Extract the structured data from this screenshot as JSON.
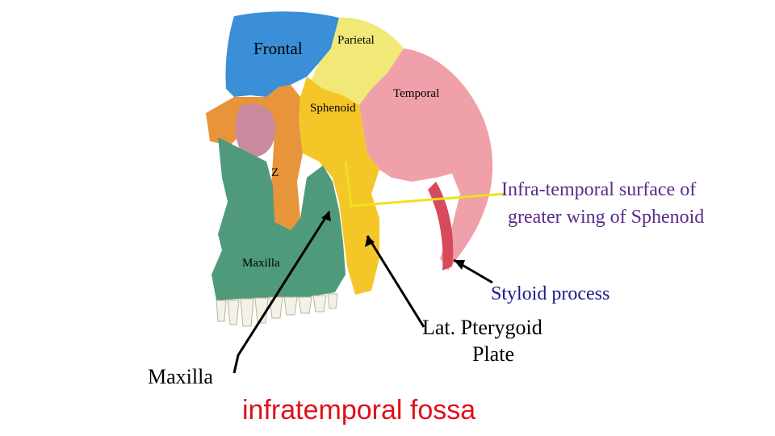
{
  "labels": {
    "frontal": "Frontal",
    "parietal": "Parietal",
    "temporal": "Temporal",
    "sphenoid": "Sphenoid",
    "z": "Z",
    "maxilla_small": "Maxilla",
    "infratemporal_surface_line1": "Infra-temporal surface of",
    "infratemporal_surface_line2": "greater wing of Sphenoid",
    "styloid_process": "Styloid process",
    "lat_pterygoid_line1": "Lat. Pterygoid",
    "lat_pterygoid_line2": "Plate",
    "maxilla_large": "Maxilla",
    "title": "infratemporal fossa"
  },
  "colors": {
    "frontal_bone": "#3a8fd6",
    "parietal_bone": "#f2e878",
    "temporal_bone": "#f0a0a8",
    "sphenoid_bone": "#f5c628",
    "zygomatic_bone": "#e8943a",
    "maxilla_bone": "#4f9a7a",
    "orbit": "#c98aa0",
    "pointer_line_yellow": "#f0e020",
    "title_red": "#e0101a",
    "label_purple": "#5a2a8a",
    "label_navy": "#1a1a8c"
  }
}
